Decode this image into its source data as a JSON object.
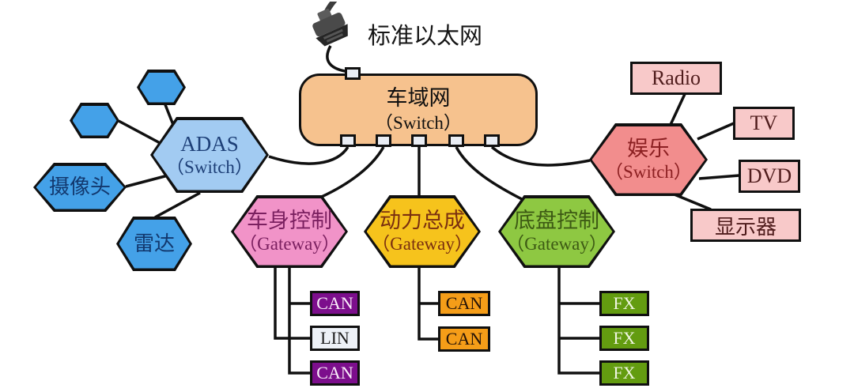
{
  "diagram": {
    "title_context": "automotive in-vehicle network topology",
    "ethernet": {
      "label": "标准以太网",
      "icon": "obd-connector-icon"
    },
    "center_switch": {
      "title": "车域网",
      "subtitle": "（Switch）",
      "fill": "#f6c28e",
      "port_count": 6
    },
    "adas_switch": {
      "title": "ADAS",
      "subtitle": "（Switch）",
      "fill": "#a2cbf2",
      "text_color": "#1d3f77"
    },
    "adas_nodes": {
      "camera": "摄像头",
      "radar": "雷达",
      "fill": "#44a1e8",
      "text_color": "#12386e",
      "unlabeled_hexagons": 2
    },
    "entertainment_switch": {
      "title": "娱乐",
      "subtitle": "（Switch）",
      "fill": "#f28d8d",
      "text_color": "#8c2022"
    },
    "entertainment_devices": {
      "radio": "Radio",
      "tv": "TV",
      "dvd": "DVD",
      "display": "显示器",
      "fill": "#f8c9c9"
    },
    "gateways": {
      "body": {
        "title": "车身控制",
        "subtitle": "（Gateway）",
        "fill": "#f193c8",
        "text_color": "#7b2060"
      },
      "powertrain": {
        "title": "动力总成",
        "subtitle": "（Gateway）",
        "fill": "#f6c31c",
        "text_color": "#7a2f10"
      },
      "chassis": {
        "title": "底盘控制",
        "subtitle": "（Gateway）",
        "fill": "#8ec842",
        "text_color": "#3d5a14"
      }
    },
    "buses": {
      "body": [
        "CAN",
        "LIN",
        "CAN"
      ],
      "powertrain": [
        "CAN",
        "CAN"
      ],
      "chassis": [
        "FX",
        "FX",
        "FX"
      ],
      "colors": {
        "can_purple": "#7c0e8c",
        "lin": "#edf1f7",
        "can_orange": "#f59d18",
        "fx": "#639c10"
      }
    },
    "line_color": "#101010"
  }
}
